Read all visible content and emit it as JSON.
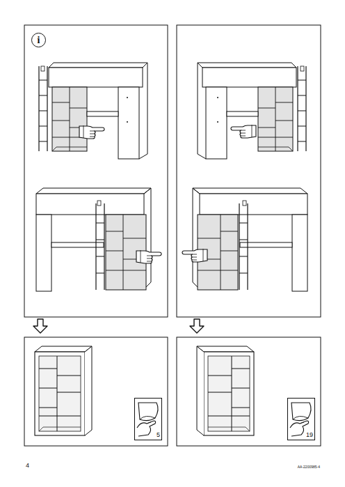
{
  "diagram": {
    "nodes": [
      {
        "text": [
          "i"
        ]
      },
      {
        "text": [
          "5"
        ]
      },
      {
        "text": [
          "19"
        ]
      }
    ],
    "labels": [
      "4",
      "AA-2200985-4"
    ]
  }
}
